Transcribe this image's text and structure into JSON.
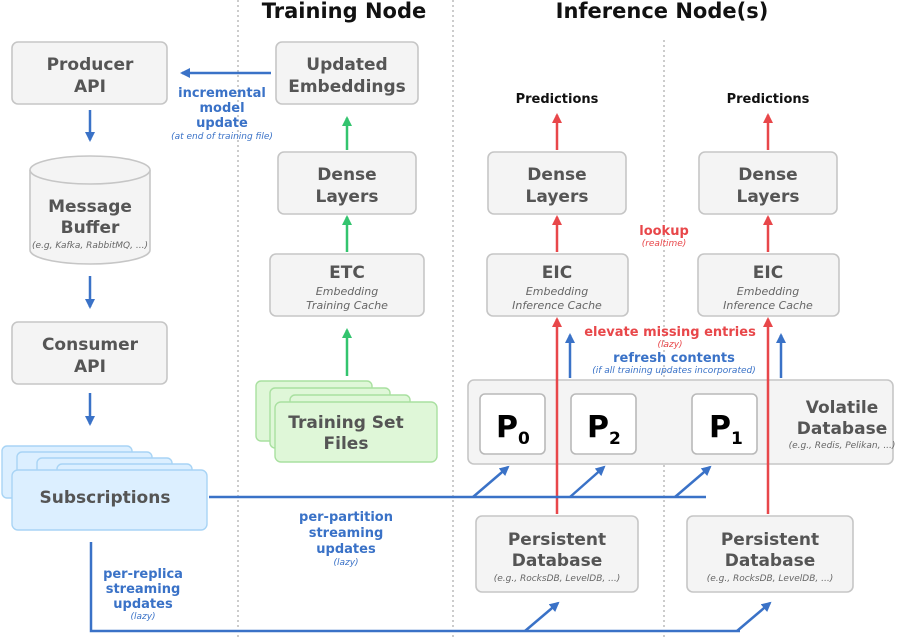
{
  "headers": {
    "training_node": "Training Node",
    "inference_nodes": "Inference Node(s)"
  },
  "producer_api": {
    "line1": "Producer",
    "line2": "API"
  },
  "message_buffer": {
    "line1": "Message",
    "line2": "Buffer",
    "note": "(e.g, Kafka, RabbitMQ, ...)"
  },
  "consumer_api": {
    "line1": "Consumer",
    "line2": "API"
  },
  "subscriptions": {
    "label": "Subscriptions"
  },
  "updated_embeddings": {
    "line1": "Updated",
    "line2": "Embeddings"
  },
  "incremental_update": {
    "line1": "incremental",
    "line2": "model",
    "line3": "update",
    "note": "(at end of training file)"
  },
  "dense_layers": {
    "line1": "Dense",
    "line2": "Layers"
  },
  "etc": {
    "title": "ETC",
    "line1": "Embedding",
    "line2": "Training Cache"
  },
  "training_set": {
    "line1": "Training Set",
    "line2": "Files"
  },
  "predictions": "Predictions",
  "eic": {
    "title": "EIC",
    "line1": "Embedding",
    "line2": "Inference Cache"
  },
  "lookup": {
    "label": "lookup",
    "note": "(realtime)"
  },
  "elevate": {
    "label": "elevate missing entries",
    "note": "(lazy)"
  },
  "refresh": {
    "label": "refresh contents",
    "note": "(if all training updates incorporated)"
  },
  "partitions": [
    {
      "letter": "P",
      "sub": "0"
    },
    {
      "letter": "P",
      "sub": "2"
    },
    {
      "letter": "P",
      "sub": "1"
    }
  ],
  "volatile_db": {
    "line1": "Volatile",
    "line2": "Database",
    "note": "(e.g., Redis, Pelikan, ...)"
  },
  "persistent_db": {
    "line1": "Persistent",
    "line2": "Database",
    "note": "(e.g., RocksDB, LevelDB, ...)"
  },
  "per_partition": {
    "line1": "per-partition",
    "line2": "streaming",
    "line3": "updates",
    "note": "(lazy)"
  },
  "per_replica": {
    "line1": "per-replica",
    "line2": "streaming",
    "line3": "updates",
    "note": "(lazy)"
  },
  "colors": {
    "blue": "#3a72c7",
    "red": "#e8474a",
    "green": "#33c46e",
    "box": "#f4f4f4"
  }
}
